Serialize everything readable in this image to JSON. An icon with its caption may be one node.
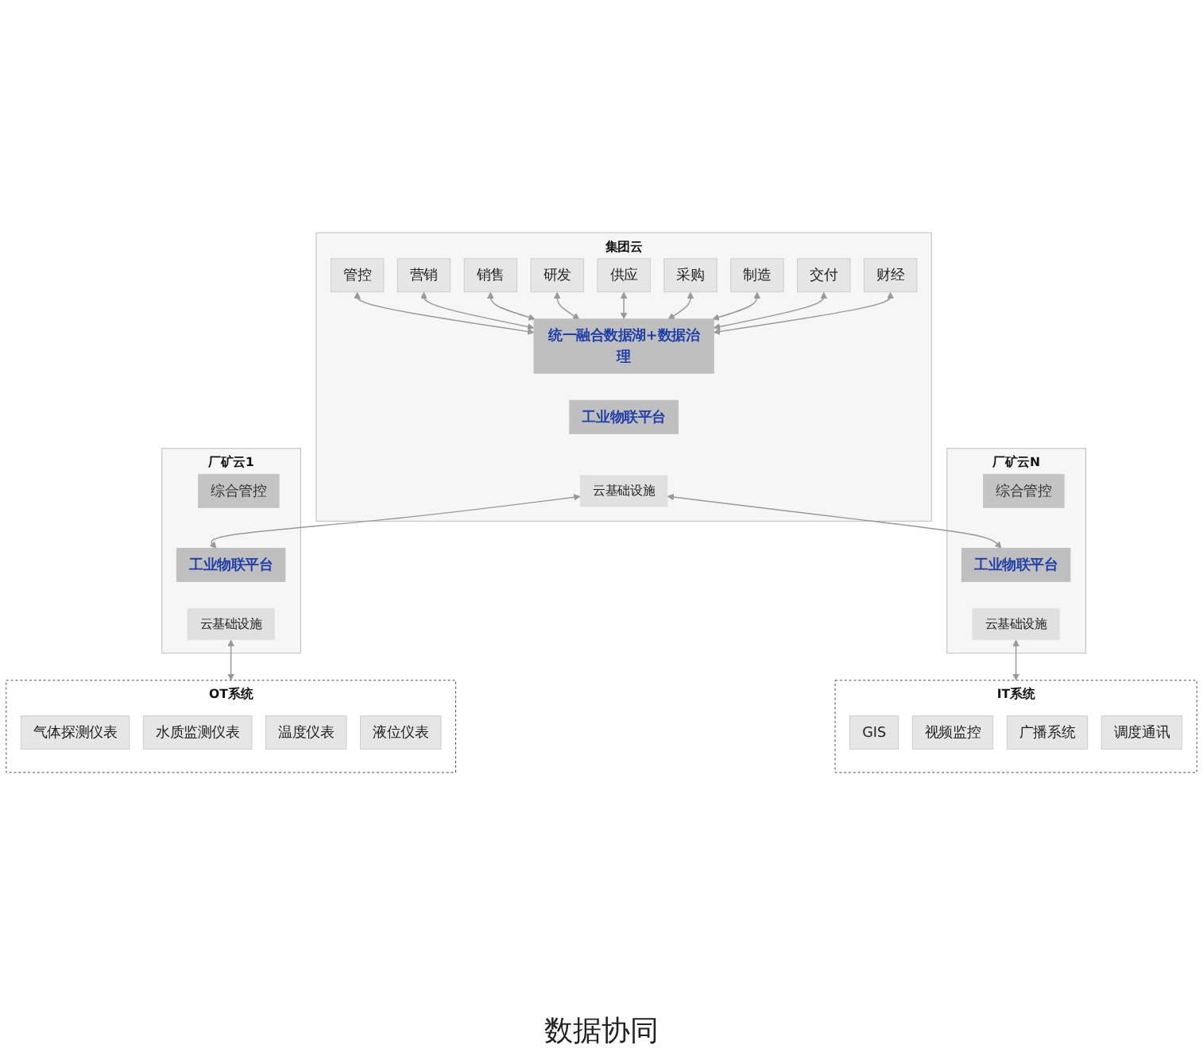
{
  "diagram": {
    "nodes": [
      {
        "text": [
          "集团云"
        ]
      },
      {
        "text": [
          "管控"
        ],
        "in": 0
      },
      {
        "text": [
          "营销"
        ],
        "in": 0
      },
      {
        "text": [
          "销售"
        ],
        "in": 0
      },
      {
        "text": [
          "研发"
        ],
        "in": 0
      },
      {
        "text": [
          "供应"
        ],
        "in": 0
      },
      {
        "text": [
          "采购"
        ],
        "in": 0
      },
      {
        "text": [
          "制造"
        ],
        "in": 0
      },
      {
        "text": [
          "交付"
        ],
        "in": 0
      },
      {
        "text": [
          "财经"
        ],
        "in": 0
      },
      {
        "text": [
          "统一融合数据湖+数据治理"
        ],
        "in": 0
      },
      {
        "text": [
          "工业物联平台"
        ],
        "in": 0
      },
      {
        "text": [
          "云基础设施"
        ],
        "in": 0
      },
      {
        "text": [
          "厂矿云1"
        ]
      },
      {
        "text": [
          "综合管控"
        ],
        "in": 13
      },
      {
        "text": [
          "工业物联平台"
        ],
        "in": 13
      },
      {
        "text": [
          "云基础设施"
        ],
        "in": 13
      },
      {
        "text": [
          "厂矿云N"
        ]
      },
      {
        "text": [
          "综合管控"
        ],
        "in": 17
      },
      {
        "text": [
          "工业物联平台"
        ],
        "in": 17
      },
      {
        "text": [
          "云基础设施"
        ],
        "in": 17
      },
      {
        "text": [
          "OT系统"
        ]
      },
      {
        "text": [
          "气体探测仪表"
        ],
        "in": 21
      },
      {
        "text": [
          "水质监测仪表"
        ],
        "in": 21
      },
      {
        "text": [
          "温度仪表"
        ],
        "in": 21
      },
      {
        "text": [
          "液位仪表"
        ],
        "in": 21
      },
      {
        "text": [
          "IT系统"
        ]
      },
      {
        "text": [
          "GIS"
        ],
        "in": 26
      },
      {
        "text": [
          "视频监控"
        ],
        "in": 26
      },
      {
        "text": [
          "广播系统"
        ],
        "in": 26
      },
      {
        "text": [
          "调度通讯"
        ],
        "in": 26
      }
    ],
    "edges": [
      {
        "from": 1,
        "to": 10,
        "arrow": "both"
      },
      {
        "from": 2,
        "to": 10,
        "arrow": "both"
      },
      {
        "from": 3,
        "to": 10,
        "arrow": "both"
      },
      {
        "from": 4,
        "to": 10,
        "arrow": "both"
      },
      {
        "from": 5,
        "to": 10,
        "arrow": "both"
      },
      {
        "from": 6,
        "to": 10,
        "arrow": "both"
      },
      {
        "from": 7,
        "to": 10,
        "arrow": "both"
      },
      {
        "from": 8,
        "to": 10,
        "arrow": "both"
      },
      {
        "from": 9,
        "to": 10,
        "arrow": "both"
      },
      {
        "from": 12,
        "to": 15,
        "arrow": "both"
      },
      {
        "from": 12,
        "to": 19,
        "arrow": "both"
      },
      {
        "from": 16,
        "to": 21,
        "arrow": "both"
      },
      {
        "from": 20,
        "to": 26,
        "arrow": "both"
      }
    ],
    "labels": [
      "数据协同"
    ]
  }
}
